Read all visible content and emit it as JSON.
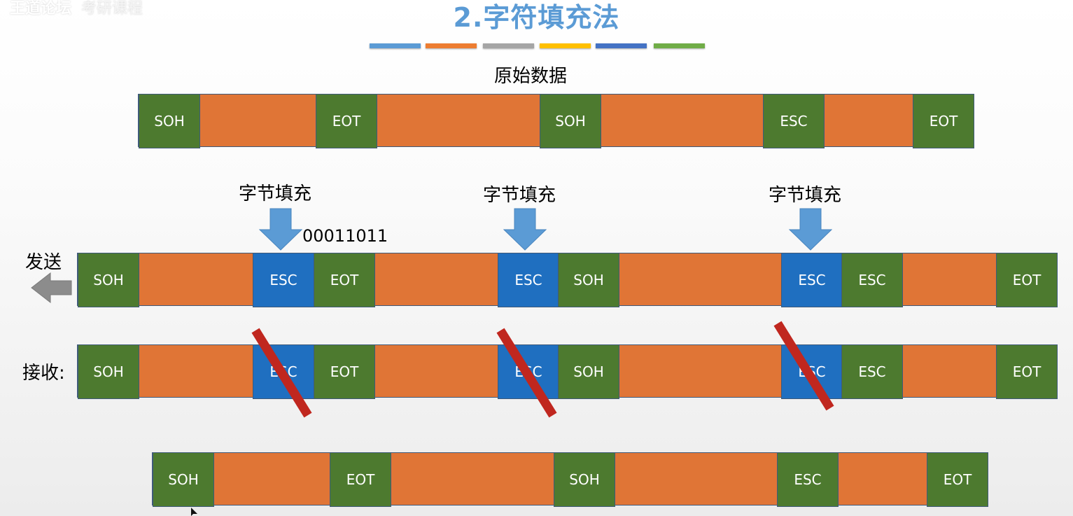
{
  "watermark": {
    "site": "王道论坛",
    "faint": "考研课程"
  },
  "title": "2.字符填充法",
  "swatch_colors": [
    "#5b9bd5",
    "#ed7d31",
    "#a5a5a5",
    "#ffc000",
    "#4472c4",
    "#70ad47"
  ],
  "colors": {
    "data": "#e07536",
    "control": "#4d7a2f",
    "escape": "#1f6fc0",
    "strike": "#c0271f",
    "arrow": "#5b9bd5"
  },
  "original_label": "原始数据",
  "stuffing_label": "字节填充",
  "esc_code": "00011011",
  "send_label": "发送",
  "receive_label": "接收:",
  "frames": {
    "original": [
      "SOH",
      "EOT",
      "SOH",
      "ESC",
      "EOT"
    ],
    "send": [
      "SOH",
      "ESC",
      "EOT",
      "ESC",
      "SOH",
      "ESC",
      "ESC",
      "EOT"
    ],
    "receive": [
      "SOH",
      "ESC",
      "EOT",
      "ESC",
      "SOH",
      "ESC",
      "ESC",
      "EOT"
    ],
    "result": [
      "SOH",
      "EOT",
      "SOH",
      "ESC",
      "EOT"
    ]
  }
}
